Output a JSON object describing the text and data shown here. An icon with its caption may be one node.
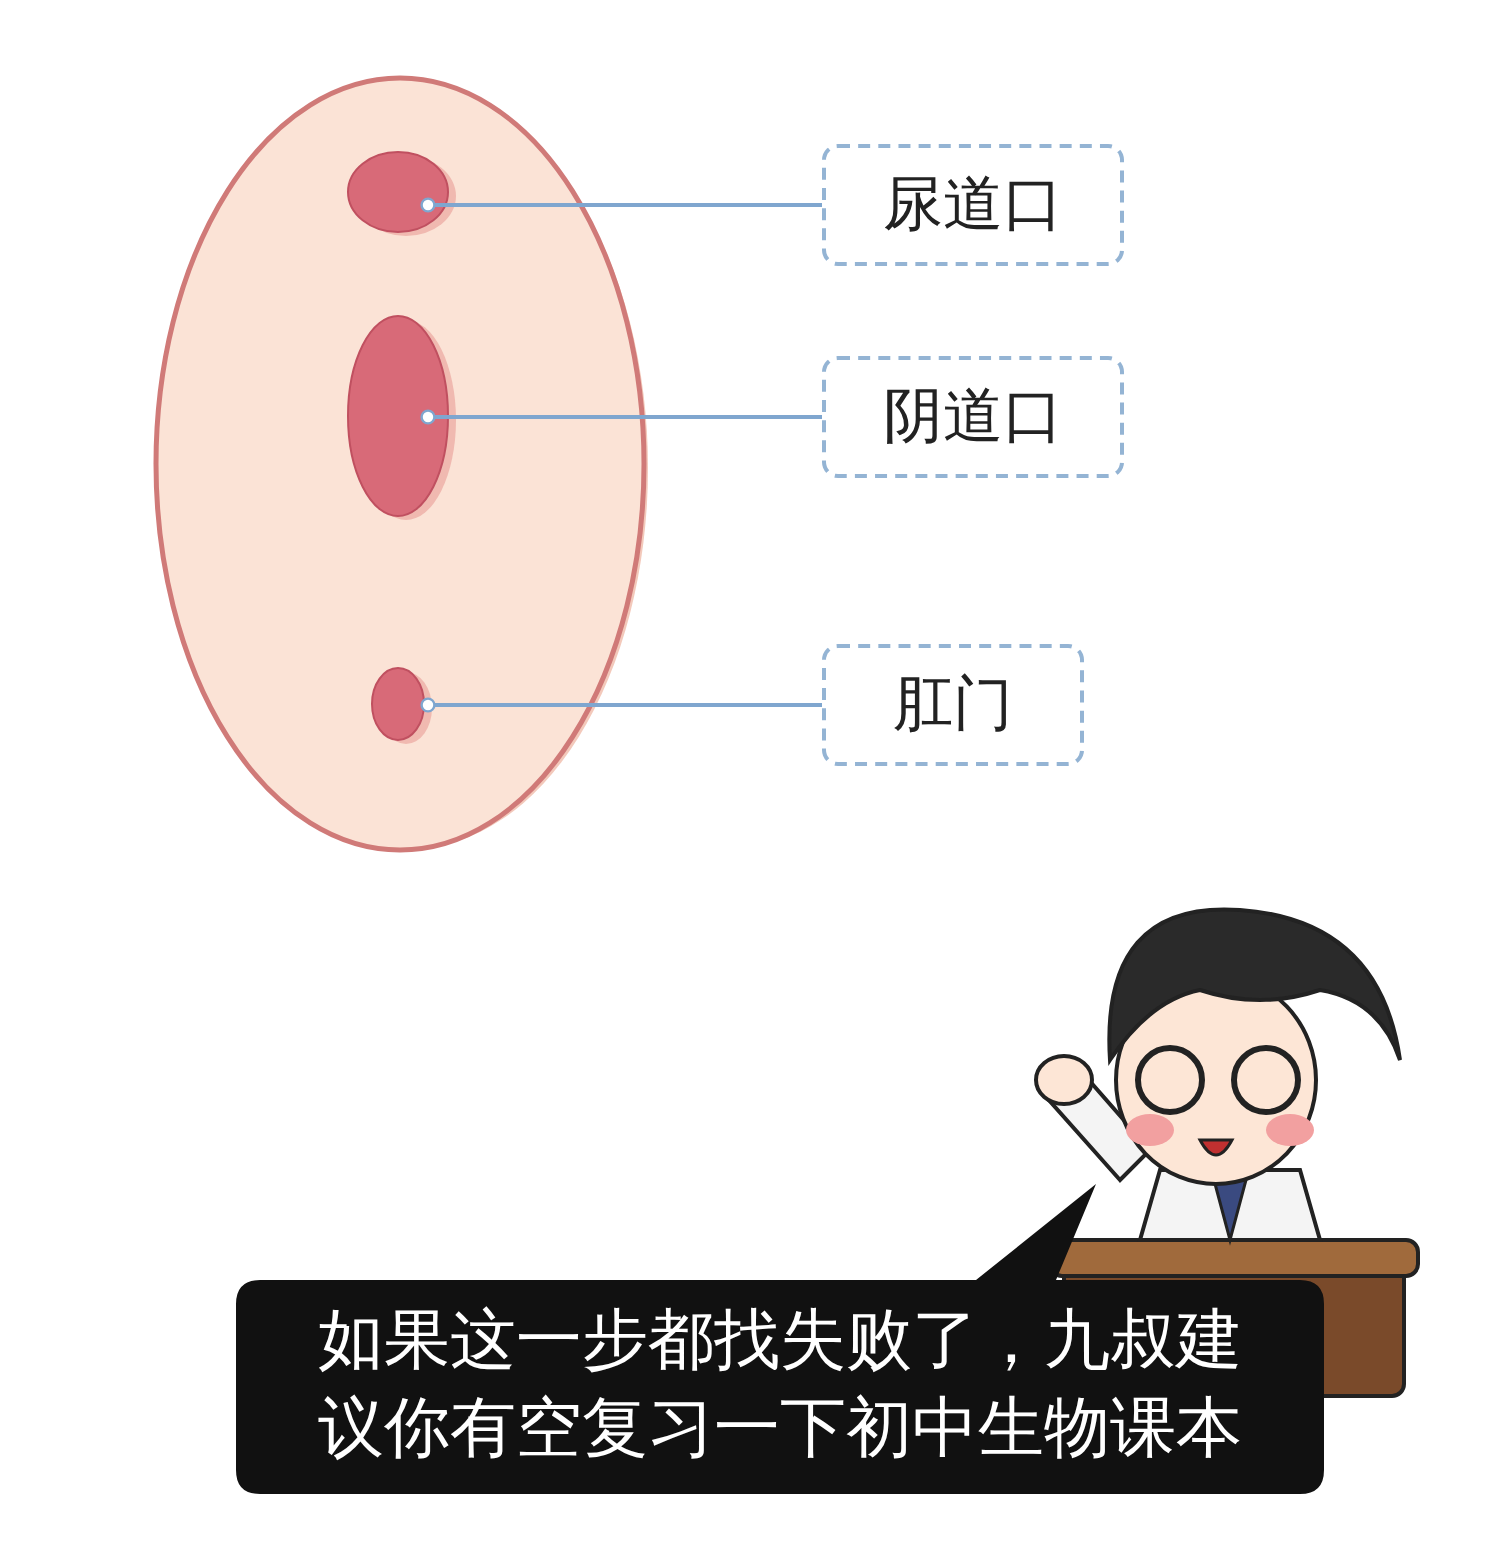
{
  "diagram": {
    "nodes": [
      {
        "text": [],
        "shape": "circle"
      },
      {
        "text": [
          "尿道口"
        ]
      },
      {
        "text": [],
        "shape": "circle"
      },
      {
        "text": [
          "阴道口"
        ]
      },
      {
        "text": [],
        "shape": "circle"
      },
      {
        "text": [
          "肛门"
        ]
      },
      {
        "text": [
          "如果这一步都找失败了，九叔建议你有空复习一下初中生物课本"
        ]
      }
    ],
    "edges": [
      {
        "from": 1,
        "to": 0,
        "arrow": "other"
      },
      {
        "from": 3,
        "to": 2,
        "arrow": "other"
      },
      {
        "from": 5,
        "to": 4,
        "arrow": "other"
      }
    ]
  }
}
